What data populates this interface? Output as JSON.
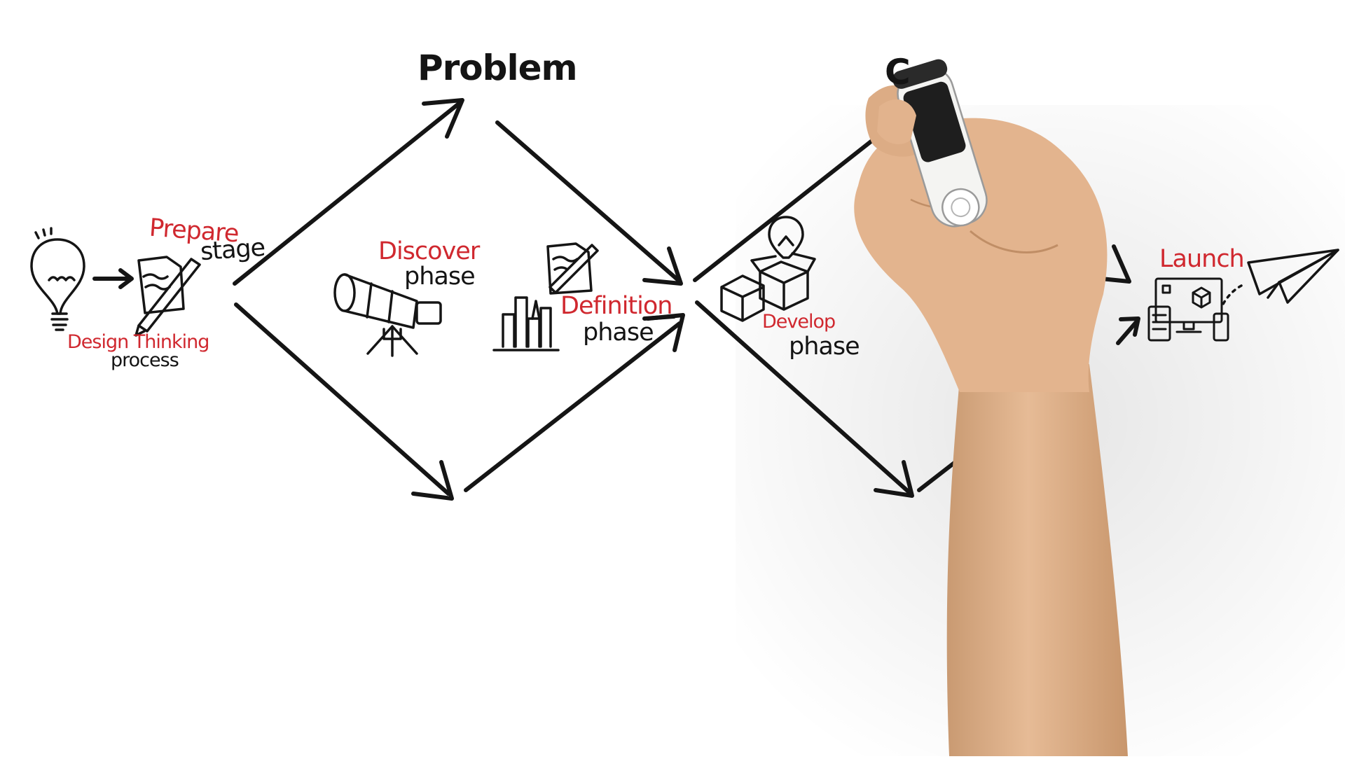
{
  "diagram": {
    "headings": {
      "problem": "Problem",
      "solution_partial": "C"
    },
    "labels": {
      "prepare": "Prepare",
      "stage": "stage",
      "design_thinking": "Design Thinking",
      "process": "process",
      "discover": "Discover",
      "discover_phase": "phase",
      "definition": "Definition",
      "definition_phase": "phase",
      "develop": "Develop",
      "develop_phase": "phase",
      "launch": "Launch"
    },
    "icons": [
      "lightbulb-icon",
      "document-pen-icon",
      "telescope-icon",
      "chart-document-icon",
      "box-lightbulb-icon",
      "devices-icon",
      "paper-plane-icon",
      "hand-with-marker"
    ],
    "colors": {
      "accent": "#d0282f",
      "ink": "#141414",
      "skin": "#e2b38d",
      "background": "#ffffff"
    }
  }
}
